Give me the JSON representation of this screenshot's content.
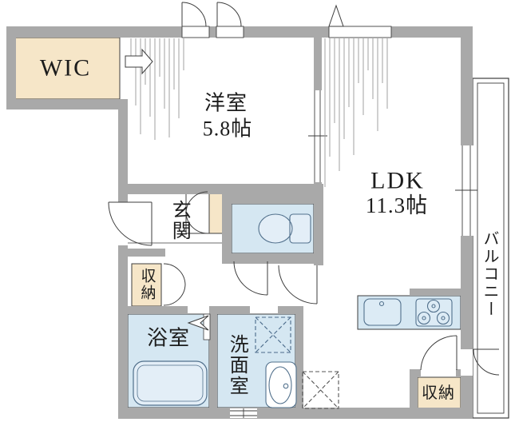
{
  "floorplan": {
    "rooms": {
      "wic": {
        "label": "WIC"
      },
      "western_room": {
        "label": "洋室",
        "size": "5.8帖"
      },
      "ldk": {
        "label": "LDK",
        "size": "11.3帖"
      },
      "balcony": {
        "label": "バルコニー"
      },
      "entrance": {
        "label": "玄関"
      },
      "hall_storage": {
        "label": "収納"
      },
      "bathroom": {
        "label": "浴室"
      },
      "washroom": {
        "label": "洗面室"
      },
      "living_storage": {
        "label": "収納"
      }
    },
    "fixtures": [
      "toilet-icon",
      "bathtub-icon",
      "washbasin-icon",
      "washing-machine-space-icon",
      "kitchen-sink-icon",
      "stove-icon",
      "refrigerator-space-icon",
      "entry-door-arc-icon",
      "window-sash-icons",
      "vent-triangle-icon",
      "wic-entry-arrow-icon",
      "bath-folding-door-arrow-icon"
    ],
    "colors": {
      "wall": "#a9a9a9",
      "wet_area_fill": "#d5e7f2",
      "fixture_fill": "#e3eef7",
      "closet_fill": "#f6e6c8",
      "line": "#3d3d3d",
      "hatch": "#a0a0a0",
      "text": "#1c1c1c"
    }
  }
}
